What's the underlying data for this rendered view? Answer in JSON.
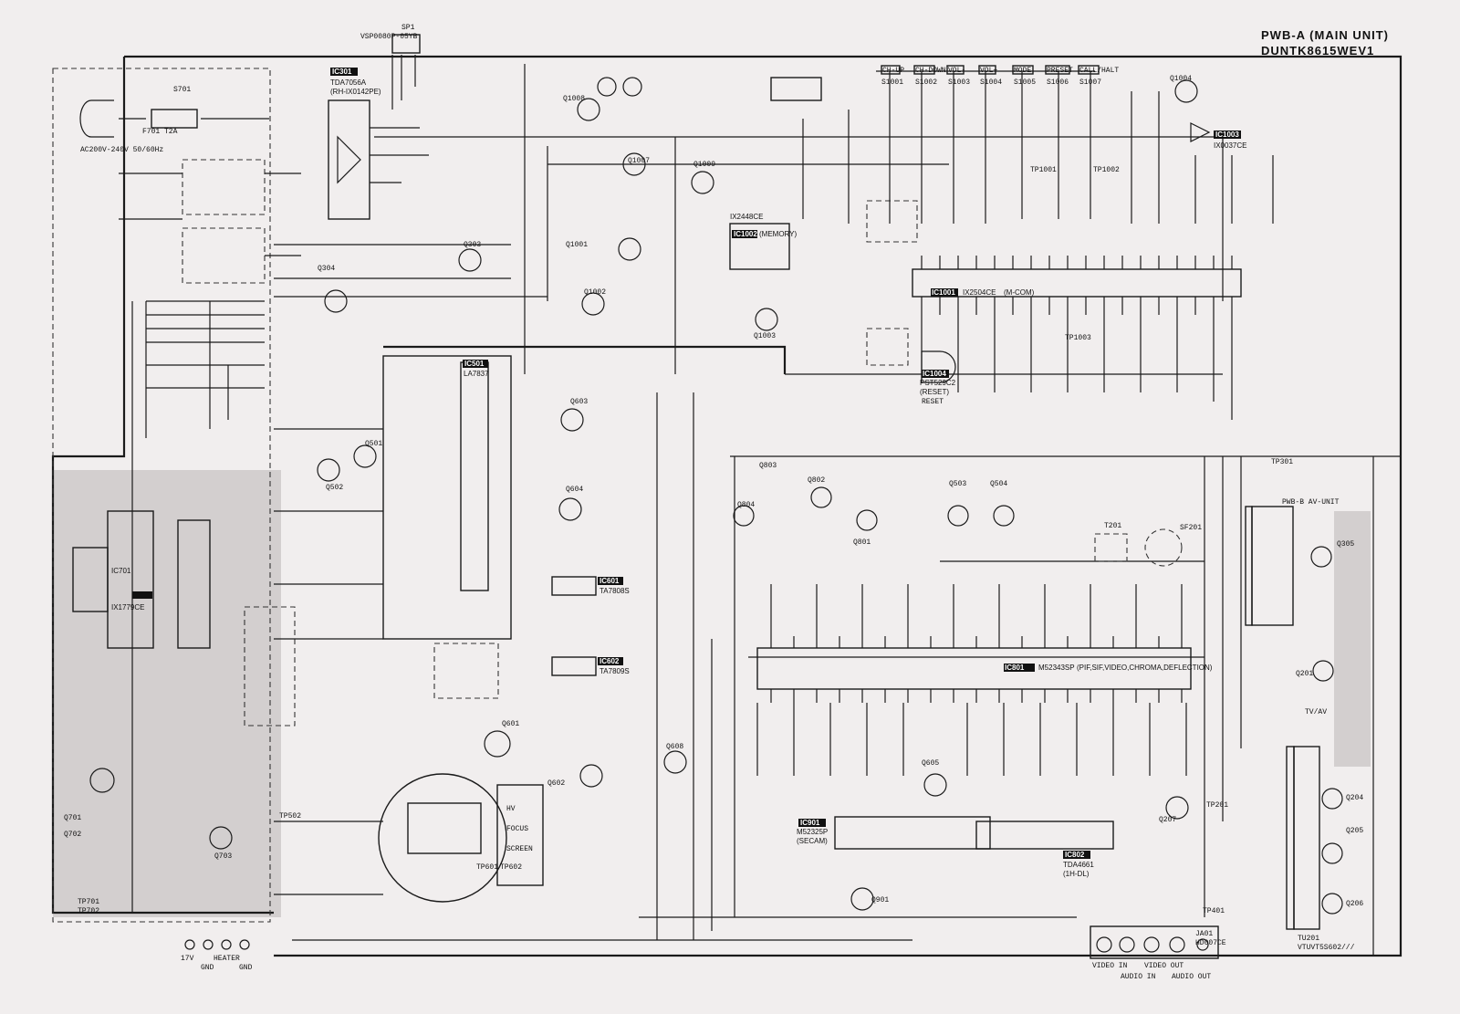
{
  "header": {
    "line1": "PWB-A (MAIN UNIT)",
    "line2": "DUNTK8615WEV1"
  },
  "ics": [
    {
      "id": "ic301",
      "tag": "IC301",
      "part": "TDA7056A",
      "sub": "(RH-IX0142PE)"
    },
    {
      "id": "ic501",
      "tag": "IC501",
      "part": "LA7837",
      "sub": ""
    },
    {
      "id": "ic1001",
      "tag": "IC1001",
      "part": "IX2504CE",
      "sub": "(M-COM)"
    },
    {
      "id": "ic1002",
      "tag": "IC1002",
      "part": "IX2448CE",
      "sub": "(MEMORY)"
    },
    {
      "id": "ic1003",
      "tag": "IC1003",
      "part": "IX0037CE",
      "sub": ""
    },
    {
      "id": "ic1004",
      "tag": "IC1004",
      "part": "PST529C2",
      "sub": "(RESET)"
    },
    {
      "id": "ic601",
      "tag": "IC601",
      "part": "TA7808S",
      "sub": ""
    },
    {
      "id": "ic602",
      "tag": "IC602",
      "part": "TA7809S",
      "sub": ""
    },
    {
      "id": "ic701",
      "tag": "IC701",
      "part": "IX1779CE",
      "sub": ""
    },
    {
      "id": "ic801",
      "tag": "IC801",
      "part": "M52343SP",
      "sub": "(PIF,SIF,VIDEO,CHROMA,DEFLECTION)"
    },
    {
      "id": "ic901",
      "tag": "IC901",
      "part": "M52325P",
      "sub": "(SECAM)"
    },
    {
      "id": "ic802",
      "tag": "IC802",
      "part": "TDA4661",
      "sub": "(1H-DL)"
    }
  ],
  "transistors": [
    "Q1008",
    "Q1007",
    "Q1009",
    "Q1001",
    "Q1002",
    "Q1003",
    "Q1004",
    "Q303",
    "Q304",
    "Q501",
    "Q502",
    "Q603",
    "Q604",
    "Q601",
    "Q602",
    "Q608",
    "Q803",
    "Q804",
    "Q802",
    "Q801",
    "Q503",
    "Q504",
    "Q605",
    "Q701",
    "Q702",
    "Q703",
    "Q901",
    "Q201",
    "Q204",
    "Q205",
    "Q206",
    "Q207",
    "Q305"
  ],
  "switches": [
    "CH-UP",
    "CH-DOWN",
    "VOL-",
    "VOL+",
    "MODE",
    "PRESET",
    "CALL/HALT"
  ],
  "switch_refs": [
    "S1001",
    "S1002",
    "S1003",
    "S1004",
    "S1005",
    "S1006",
    "S1007"
  ],
  "power": {
    "input": "AC200V-240V 50/60Hz",
    "fuse": "F701 T2A",
    "switch": "S701",
    "tv_set": "TV/AV"
  },
  "labels": {
    "speaker": "SP1",
    "speaker_part": "VSP0080P-05YB",
    "reset": "RESET",
    "ifsft": "T201",
    "sfilter": "SF201",
    "tuner": "TU201",
    "tuner_part": "VTUVT5S602///",
    "av_unit": "PWB-B AV-UNIT",
    "jack": "JA01",
    "jack_part": "HD007CE"
  },
  "terminals_bottom": [
    "VIDEO IN",
    "AUDIO IN",
    "VIDEO OUT",
    "AUDIO OUT"
  ],
  "terminals_crt": [
    "17V",
    "GND",
    "HEATER",
    "GND"
  ],
  "crt_pins": [
    "HV",
    "FOCUS",
    "SCREEN"
  ],
  "tp_labels": [
    "TP1001",
    "TP1002",
    "TP1003",
    "TP301",
    "TP401",
    "TP201",
    "TP502",
    "TP601",
    "TP602",
    "TP701",
    "TP702"
  ]
}
